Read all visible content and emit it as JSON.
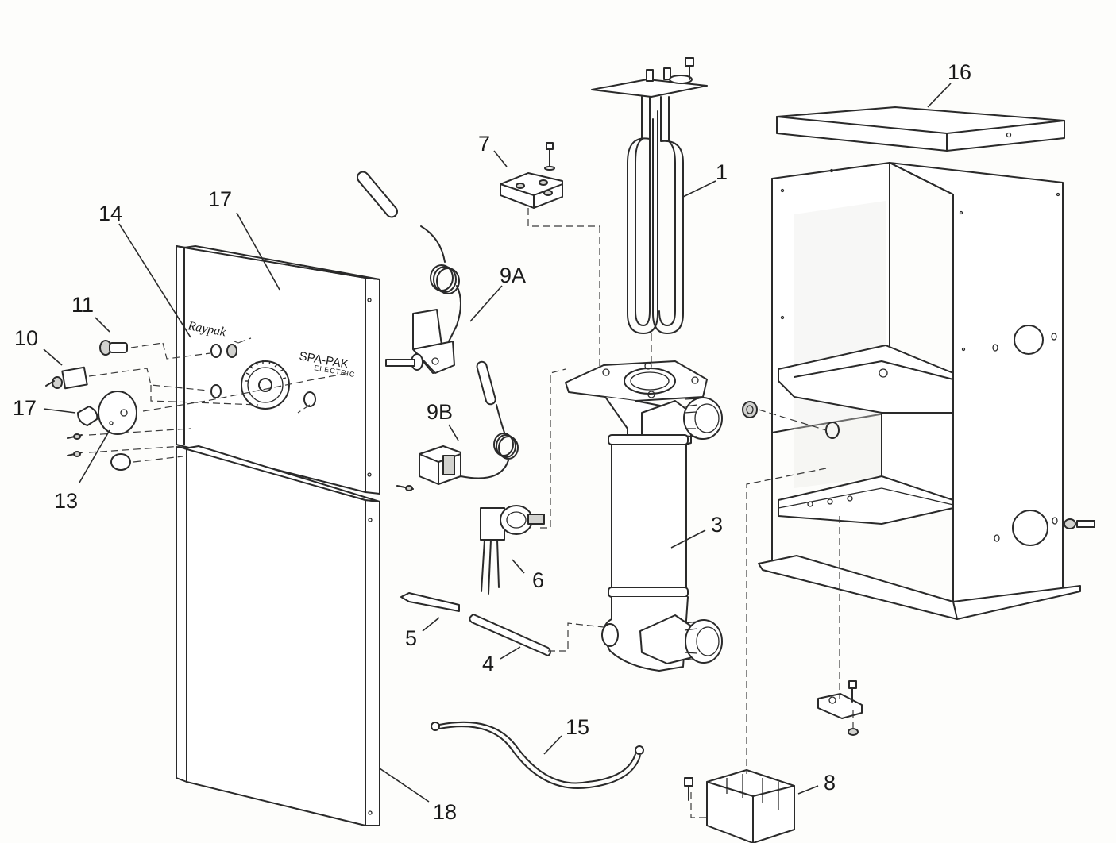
{
  "diagram": {
    "panel_text": {
      "brand": "Raypak",
      "model": "SPA-PAK",
      "model_sub": "ELECTRIC"
    },
    "callouts": {
      "c1": "1",
      "c3": "3",
      "c4": "4",
      "c5": "5",
      "c6": "6",
      "c7": "7",
      "c8": "8",
      "c9a": "9A",
      "c9b": "9B",
      "c10": "10",
      "c11": "11",
      "c13": "13",
      "c14": "14",
      "c15": "15",
      "c16": "16",
      "c17a": "17",
      "c17b": "17",
      "c18": "18"
    }
  }
}
